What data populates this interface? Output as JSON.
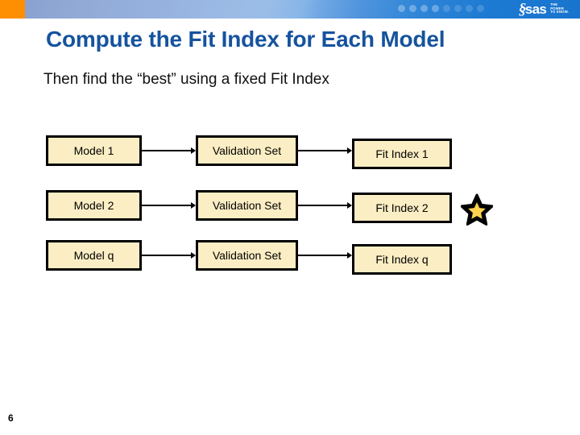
{
  "header": {
    "brand_name": "sas",
    "brand_tagline_line1": "THE",
    "brand_tagline_line2": "POWER",
    "brand_tagline_line3": "TO KNOW.",
    "accent_orange": "#fe8e02",
    "band_blue": "#1874cc"
  },
  "slide": {
    "title": "Compute the Fit Index for Each Model",
    "subtitle": "Then find the “best” using a fixed Fit Index",
    "page_number": "6",
    "title_color": "#15539e"
  },
  "diagram": {
    "node_fill": "#fceec4",
    "node_border": "#000000",
    "star_fill": "#ffd24d",
    "star_outline": "#000000",
    "rows": [
      {
        "model": "Model 1",
        "validation": "Validation Set",
        "fit_index": "Fit Index 1",
        "starred": false
      },
      {
        "model": "Model 2",
        "validation": "Validation Set",
        "fit_index": "Fit Index 2",
        "starred": true
      },
      {
        "model": "Model q",
        "validation": "Validation Set",
        "fit_index": "Fit Index q",
        "starred": false
      }
    ]
  }
}
